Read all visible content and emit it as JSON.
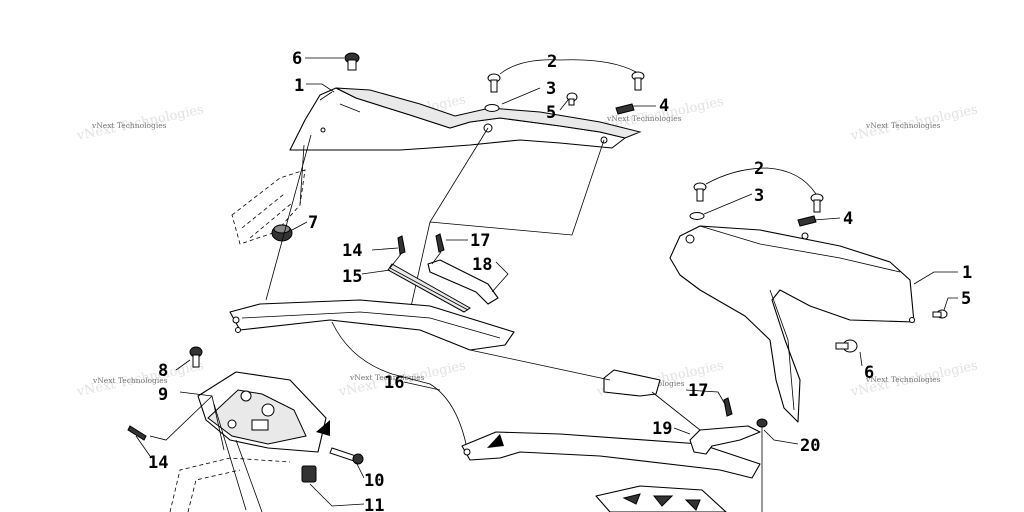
{
  "watermark": {
    "text": "vNext Technologies"
  },
  "callouts": [
    {
      "id": "c-6a",
      "text": "6"
    },
    {
      "id": "c-1a",
      "text": "1"
    },
    {
      "id": "c-2a",
      "text": "2"
    },
    {
      "id": "c-3a",
      "text": "3"
    },
    {
      "id": "c-5a",
      "text": "5"
    },
    {
      "id": "c-4a",
      "text": "4"
    },
    {
      "id": "c-7",
      "text": "7"
    },
    {
      "id": "c-14a",
      "text": "14"
    },
    {
      "id": "c-15",
      "text": "15"
    },
    {
      "id": "c-17a",
      "text": "17"
    },
    {
      "id": "c-18",
      "text": "18"
    },
    {
      "id": "c-2b",
      "text": "2"
    },
    {
      "id": "c-3b",
      "text": "3"
    },
    {
      "id": "c-4b",
      "text": "4"
    },
    {
      "id": "c-1b",
      "text": "1"
    },
    {
      "id": "c-5b",
      "text": "5"
    },
    {
      "id": "c-6b",
      "text": "6"
    },
    {
      "id": "c-8",
      "text": "8"
    },
    {
      "id": "c-9",
      "text": "9"
    },
    {
      "id": "c-16",
      "text": "16"
    },
    {
      "id": "c-17b",
      "text": "17"
    },
    {
      "id": "c-19",
      "text": "19"
    },
    {
      "id": "c-20",
      "text": "20"
    },
    {
      "id": "c-14b",
      "text": "14"
    },
    {
      "id": "c-10",
      "text": "10"
    },
    {
      "id": "c-11",
      "text": "11"
    }
  ]
}
